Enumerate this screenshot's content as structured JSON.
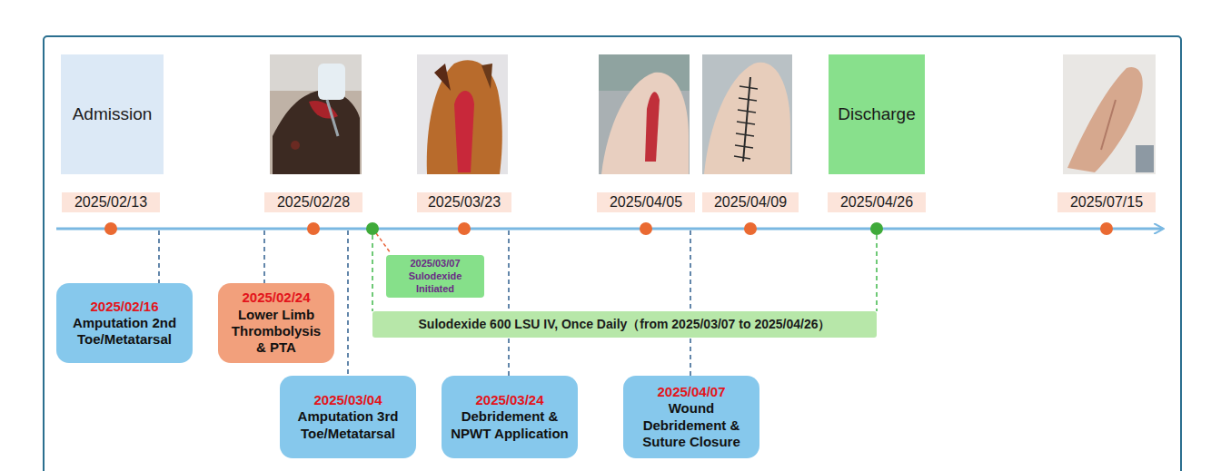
{
  "diagram": {
    "nodes": [
      {
        "text": [
          "Admission"
        ]
      },
      {
        "text": [
          "Discharge"
        ]
      },
      {
        "text": [
          "2025/02/13"
        ]
      },
      {
        "text": [
          "2025/02/28"
        ]
      },
      {
        "text": [
          "2025/03/23"
        ]
      },
      {
        "text": [
          "2025/04/05"
        ]
      },
      {
        "text": [
          "2025/04/09"
        ]
      },
      {
        "text": [
          "2025/04/26"
        ]
      },
      {
        "text": [
          "2025/07/15"
        ]
      },
      {
        "text": [
          "2025/03/07",
          "Sulodexide Initiated"
        ]
      },
      {
        "text": [
          "2025/02/16",
          "Amputation 2nd Toe/Metatarsal"
        ]
      },
      {
        "text": [
          "2025/02/24",
          "Lower Limb Thrombolysis & PTA"
        ]
      },
      {
        "text": [
          "Sulodexide 600 LSU IV, Once Daily（from 2025/03/07 to 2025/04/26）"
        ]
      },
      {
        "text": [
          "2025/03/04",
          "Amputation 3rd Toe/Metatarsal"
        ]
      },
      {
        "text": [
          "2025/03/24",
          "Debridement & NPWT Application"
        ]
      },
      {
        "text": [
          "2025/04/07",
          "Wound Debridement & Suture Closure"
        ]
      }
    ]
  }
}
